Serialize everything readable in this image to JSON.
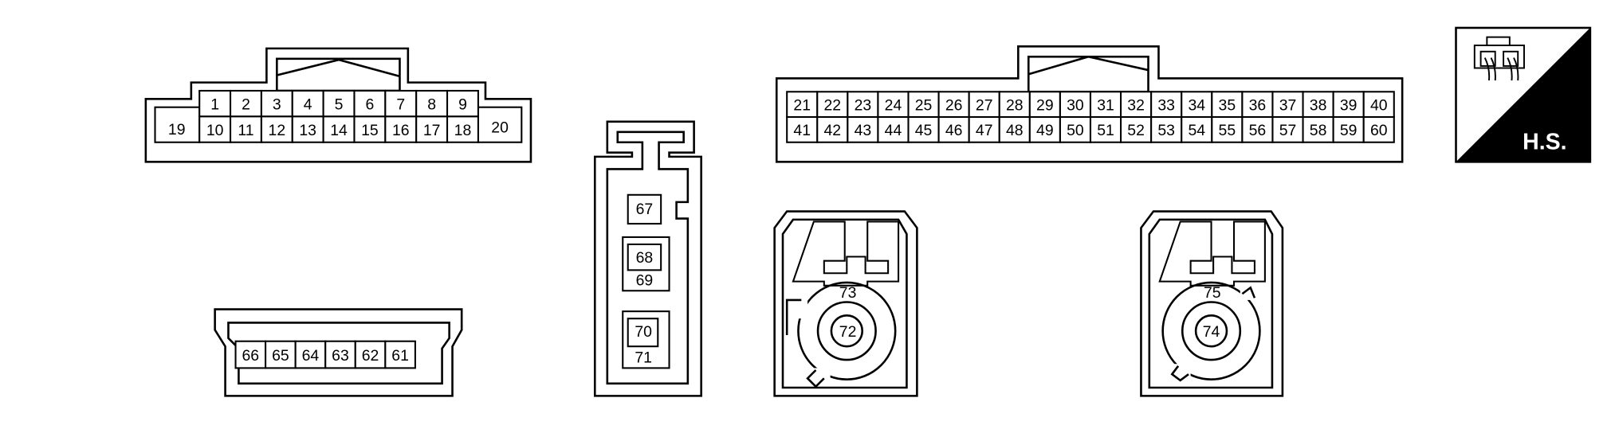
{
  "connector_a": {
    "top_row": [
      "1",
      "2",
      "3",
      "4",
      "5",
      "6",
      "7",
      "8",
      "9"
    ],
    "bottom_row": [
      "10",
      "11",
      "12",
      "13",
      "14",
      "15",
      "16",
      "17",
      "18"
    ],
    "left_pin": "19",
    "right_pin": "20"
  },
  "connector_b": {
    "top_row": [
      "21",
      "22",
      "23",
      "24",
      "25",
      "26",
      "27",
      "28",
      "29",
      "30",
      "31",
      "32",
      "33",
      "34",
      "35",
      "36",
      "37",
      "38",
      "39",
      "40"
    ],
    "bottom_row": [
      "41",
      "42",
      "43",
      "44",
      "45",
      "46",
      "47",
      "48",
      "49",
      "50",
      "51",
      "52",
      "53",
      "54",
      "55",
      "56",
      "57",
      "58",
      "59",
      "60"
    ]
  },
  "connector_c": {
    "row": [
      "66",
      "65",
      "64",
      "63",
      "62",
      "61"
    ]
  },
  "connector_d": {
    "pin_67": "67",
    "pin_68": "68",
    "pin_69": "69",
    "pin_70": "70",
    "pin_71": "71"
  },
  "connector_e": {
    "center_pin": "72",
    "outer_pin": "73"
  },
  "connector_f": {
    "center_pin": "74",
    "outer_pin": "75"
  },
  "hs_badge": {
    "label": "H.S.",
    "icon": "harness-side-connector-icon"
  }
}
